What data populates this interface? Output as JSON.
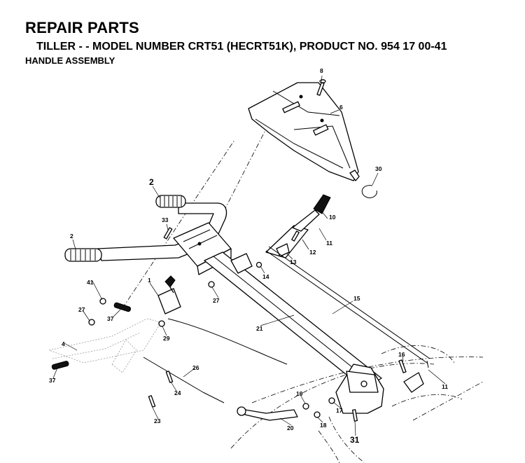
{
  "header": {
    "title": "REPAIR PARTS",
    "subtitle": "TILLER - - MODEL NUMBER CRT51 (HECRT51K), PRODUCT NO. 954 17 00-41",
    "section": "HANDLE ASSEMBLY"
  },
  "callouts": {
    "p1": "1",
    "p2a": "2",
    "p2b": "2",
    "p4": "4",
    "p6": "6",
    "p8": "8",
    "p10": "10",
    "p11a": "11",
    "p11b": "11",
    "p12": "12",
    "p13": "13",
    "p14": "14",
    "p15": "15",
    "p16": "16",
    "p17": "17",
    "p18": "18",
    "p19": "19",
    "p20": "20",
    "p21": "21",
    "p23": "23",
    "p24": "24",
    "p26": "26",
    "p27a": "27",
    "p27b": "27",
    "p29": "29",
    "p30": "30",
    "p31": "31",
    "p33": "33",
    "p37a": "37",
    "p37b": "37",
    "p41": "41"
  }
}
